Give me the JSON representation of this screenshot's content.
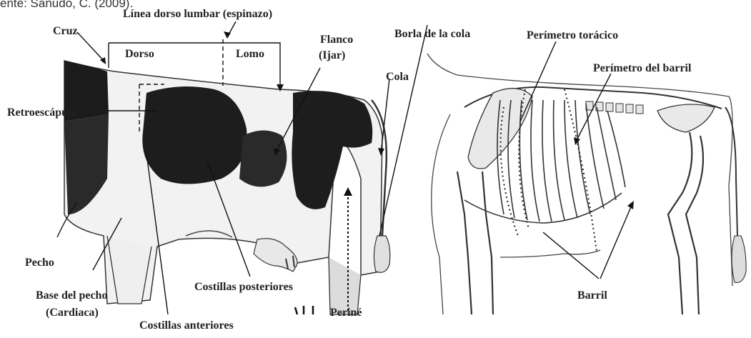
{
  "source_caption": "ente: Sañudo, C. (2009).",
  "labels": {
    "linea": "Línea dorso lumbar (espinazo)",
    "cruz": "Cruz",
    "dorso": "Dorso",
    "lomo": "Lomo",
    "flanco": "Flanco",
    "ijar": "Ijar",
    "retro": "Retroescápula",
    "borla": "Borla de la cola",
    "cola": "Cola",
    "pecho": "Pecho",
    "base_pecho": "Base del pecho",
    "cardiaca": "Cardiaca",
    "cost_post": "Costillas posteriores",
    "cost_ant": "Costillas anteriores",
    "perine": "Periné",
    "perim_tor": "Perímetro torácico",
    "perim_barril": "Perímetro del barril",
    "barril": "Barril"
  }
}
